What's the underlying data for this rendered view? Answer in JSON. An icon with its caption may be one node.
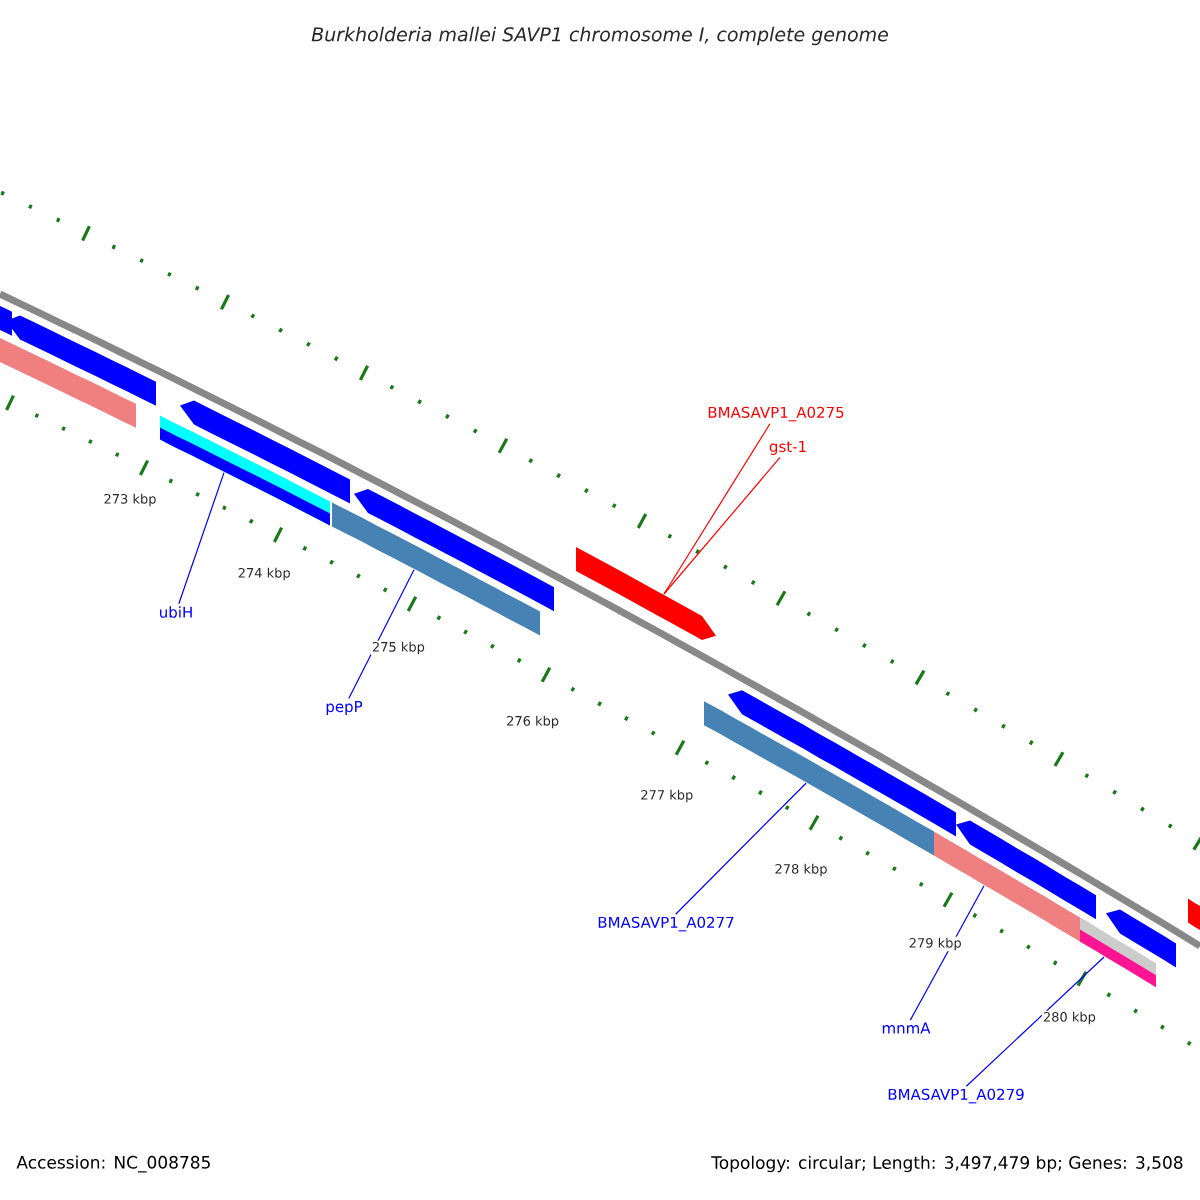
{
  "diagram": {
    "title": "Burkholderia mallei SAVP1 chromosome I, complete genome",
    "nodes": [
      {
        "text": [
          "ubiH"
        ]
      },
      {
        "text": [],
        "shape": "bar"
      },
      {
        "text": [
          "pepP"
        ]
      },
      {
        "text": [],
        "shape": "bar"
      },
      {
        "text": [
          "BMASAVP1_A0275"
        ]
      },
      {
        "text": [
          "gst-1"
        ]
      },
      {
        "text": [],
        "shape": "bar"
      },
      {
        "text": [
          "BMASAVP1_A0277"
        ]
      },
      {
        "text": [],
        "shape": "bar"
      },
      {
        "text": [
          "mnmA"
        ]
      },
      {
        "text": [],
        "shape": "bar"
      },
      {
        "text": [
          "BMASAVP1_A0279"
        ]
      },
      {
        "text": [],
        "shape": "bar"
      },
      {
        "text": [],
        "shape": "bar"
      },
      {
        "text": [],
        "shape": "bar"
      },
      {
        "text": [],
        "shape": "bar"
      },
      {
        "text": [],
        "shape": "bar"
      },
      {
        "text": [],
        "shape": "bar"
      },
      {
        "text": [],
        "shape": "bar"
      },
      {
        "text": [],
        "shape": "bar"
      },
      {
        "text": [],
        "shape": "bar"
      },
      {
        "text": [],
        "shape": "bar"
      }
    ],
    "edges": [
      {
        "from": 0,
        "to": 1,
        "arrow": "none"
      },
      {
        "from": 2,
        "to": 3,
        "arrow": "none"
      },
      {
        "from": 4,
        "to": 6,
        "arrow": "none",
        "color": "#ff0000"
      },
      {
        "from": 5,
        "to": 6,
        "arrow": "none",
        "color": "#ff0000"
      },
      {
        "from": 7,
        "to": 8,
        "arrow": "none"
      },
      {
        "from": 9,
        "to": 10,
        "arrow": "none"
      },
      {
        "from": 11,
        "to": 12,
        "arrow": "none"
      }
    ],
    "labels": [
      "273 kbp",
      "274 kbp",
      "275 kbp",
      "276 kbp",
      "277 kbp",
      "278 kbp",
      "279 kbp",
      "280 kbp",
      "Accession: NC_008785",
      "Topology: circular; Length: 3,497,479 bp; Genes: 3,508"
    ]
  }
}
